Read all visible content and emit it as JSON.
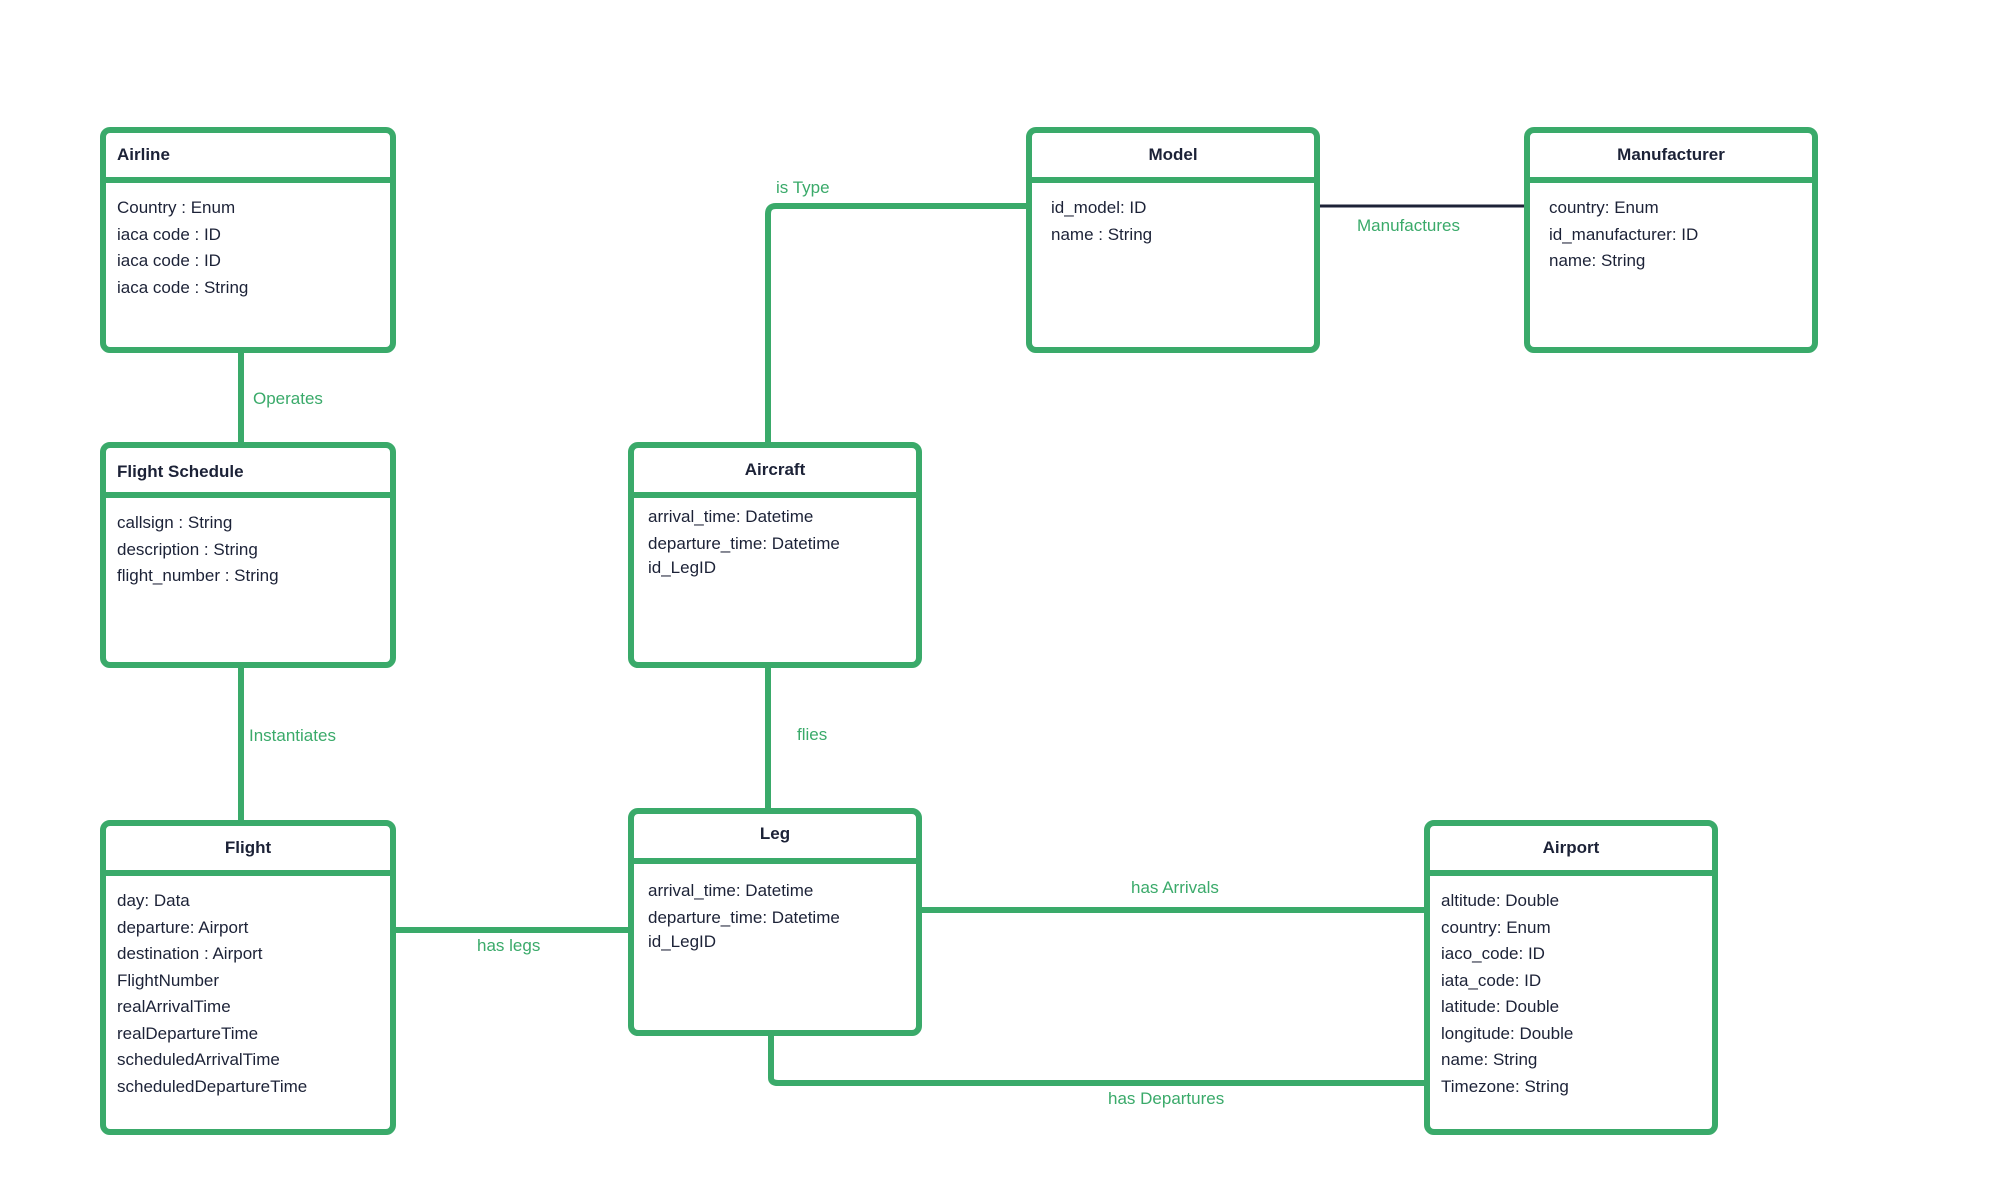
{
  "colors": {
    "accent": "#3aaa6a",
    "text": "#1c2237",
    "dark_line": "#1c2237"
  },
  "entities": {
    "airline": {
      "title": "Airline",
      "attributes": [
        "Country : Enum",
        "iaca code : ID",
        "iaca code : ID",
        "iaca code : String"
      ]
    },
    "model": {
      "title": "Model",
      "attributes": [
        "id_model: ID",
        "name : String"
      ]
    },
    "manufacturer": {
      "title": "Manufacturer",
      "attributes": [
        "country: Enum",
        "id_manufacturer: ID",
        "name: String"
      ]
    },
    "flight_schedule": {
      "title": "Flight Schedule",
      "attributes": [
        "callsign : String",
        "description : String",
        "flight_number : String"
      ]
    },
    "aircraft": {
      "title": "Aircraft",
      "attributes": [
        "arrival_time: Datetime",
        "departure_time: Datetime",
        "id_LegID"
      ]
    },
    "flight": {
      "title": "Flight",
      "attributes": [
        "day: Data",
        "departure: Airport",
        "destination : Airport",
        "FlightNumber",
        "realArrivalTime",
        "realDepartureTime",
        "scheduledArrivalTime",
        "scheduledDepartureTime"
      ]
    },
    "leg": {
      "title": "Leg",
      "attributes": [
        "arrival_time: Datetime",
        "departure_time: Datetime",
        "id_LegID"
      ]
    },
    "airport": {
      "title": "Airport",
      "attributes": [
        "altitude: Double",
        "country: Enum",
        "iaco_code: ID",
        "iata_code: ID",
        "latitude: Double",
        "longitude: Double",
        "name: String",
        "Timezone: String"
      ]
    }
  },
  "relations": {
    "operates": "Operates",
    "instantiates": "Instantiates",
    "is_type": "is Type",
    "manufactures": "Manufactures",
    "flies": "flies",
    "has_legs": "has legs",
    "has_arrivals": "has Arrivals",
    "has_departures": "has Departures"
  }
}
